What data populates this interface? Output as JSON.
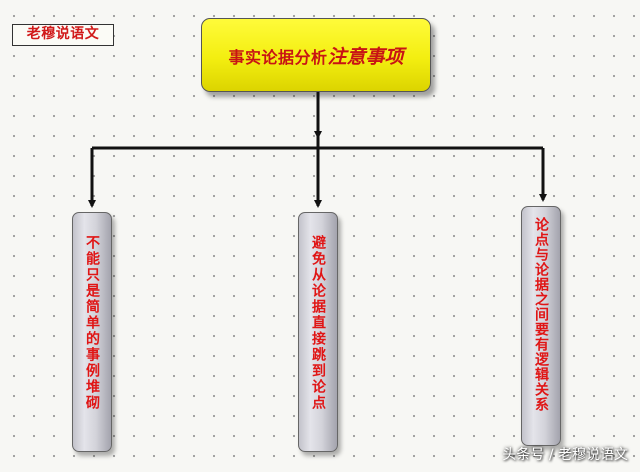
{
  "brand_label": "老穆说语文",
  "title": {
    "part1": "事实论据分析",
    "part2": "注意事项"
  },
  "points": [
    {
      "text": "不能只是简单的事例堆砌"
    },
    {
      "text": "避免从论据直接跳到论点"
    },
    {
      "text": "论点与论据之间要有逻辑关系"
    }
  ],
  "watermark": "头条号 / 老穆说语文",
  "colors": {
    "title_fill": "#f3ee10",
    "text_red": "#d11a1a",
    "pillar_fill": "#d3d3da"
  }
}
